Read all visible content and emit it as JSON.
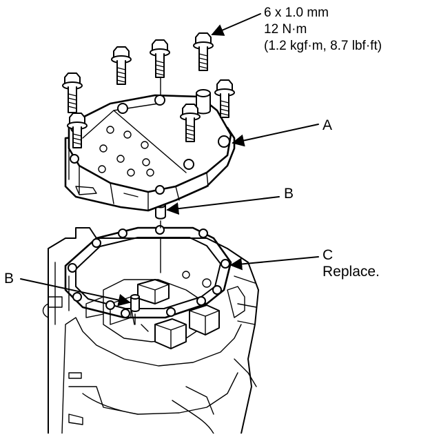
{
  "spec": {
    "size": "6 x 1.0 mm",
    "torque_nm": "12 N·m",
    "torque_alt": "(1.2 kgf·m, 8.7 lbf·ft)"
  },
  "callouts": {
    "a": "A",
    "b_upper": "B",
    "c": "C",
    "c_note": "Replace.",
    "b_lower": "B"
  }
}
